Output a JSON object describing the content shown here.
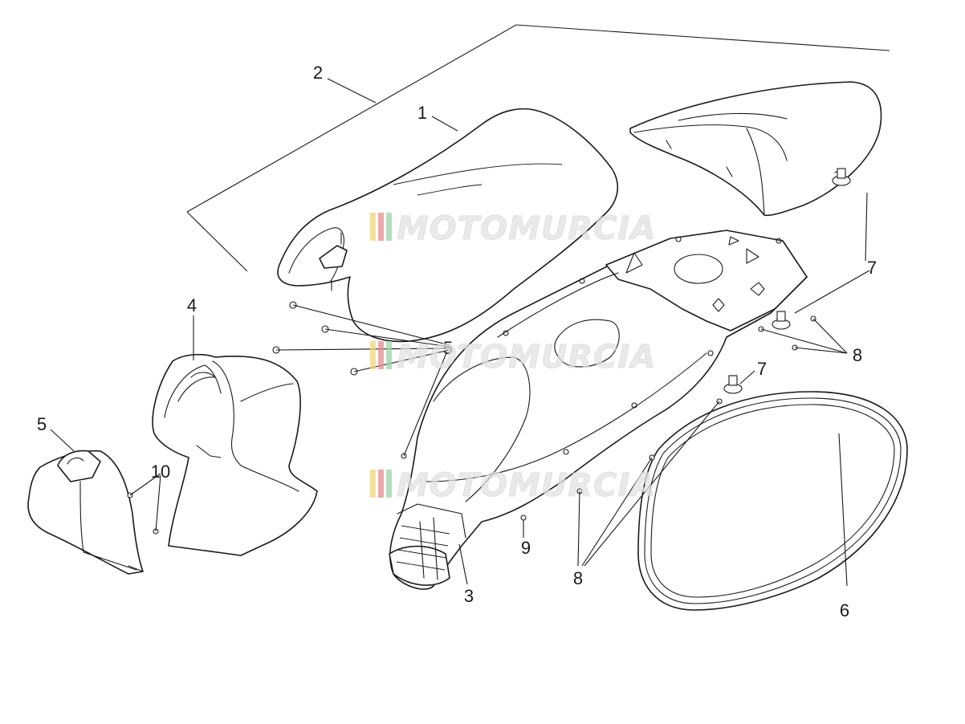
{
  "diagram": {
    "callouts": [
      {
        "id": "c1",
        "label": "1"
      },
      {
        "id": "c2",
        "label": "2"
      },
      {
        "id": "c3",
        "label": "3"
      },
      {
        "id": "c4",
        "label": "4"
      },
      {
        "id": "c5",
        "label": "5"
      },
      {
        "id": "c5b",
        "label": "5"
      },
      {
        "id": "c6",
        "label": "6"
      },
      {
        "id": "c7a",
        "label": "7"
      },
      {
        "id": "c7b",
        "label": "7"
      },
      {
        "id": "c8a",
        "label": "8"
      },
      {
        "id": "c8b",
        "label": "8"
      },
      {
        "id": "c9",
        "label": "9"
      },
      {
        "id": "c10",
        "label": "10"
      }
    ],
    "watermark": "MOTOMURCIA",
    "watermark_colors": [
      "#f2d57a",
      "#e88c8c",
      "#9fd4a6"
    ]
  }
}
